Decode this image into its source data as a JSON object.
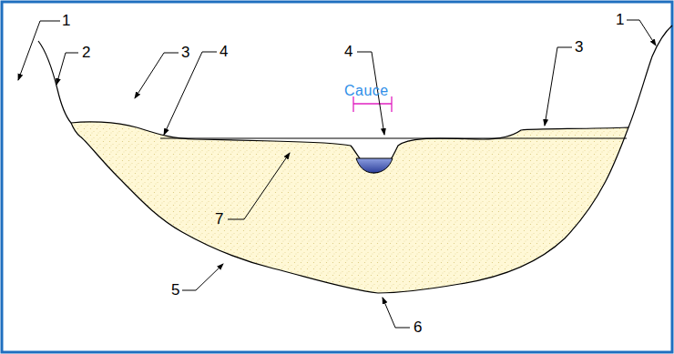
{
  "diagram": {
    "labels": [
      "1",
      "2",
      "3",
      "4",
      "Cauce",
      "4",
      "3",
      "1",
      "7",
      "5",
      "6"
    ]
  }
}
